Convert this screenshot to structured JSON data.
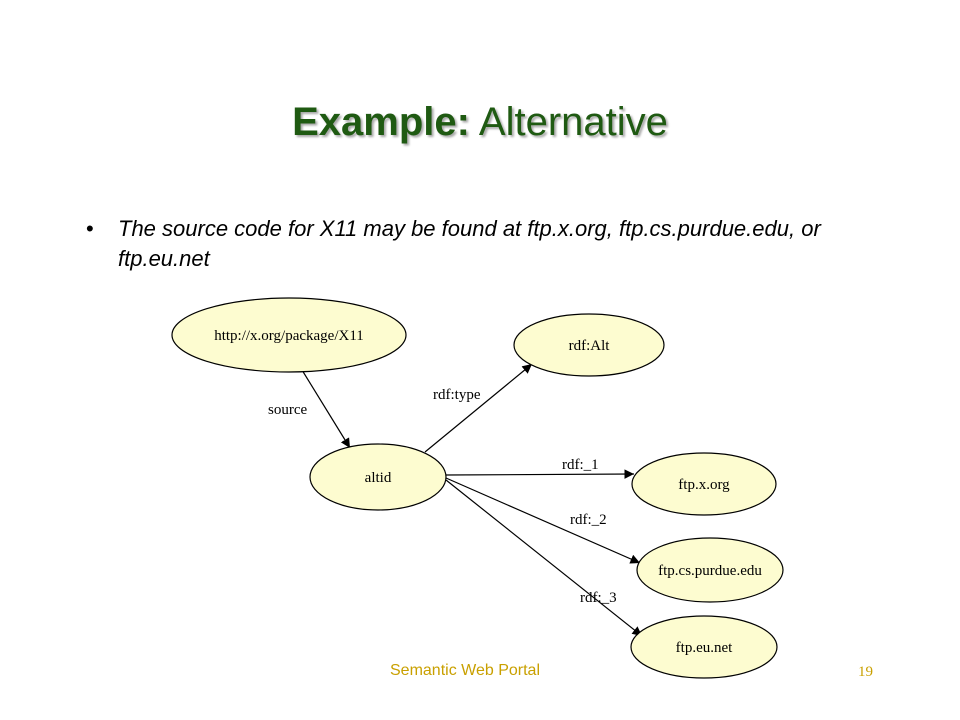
{
  "slide": {
    "title_bold": "Example:",
    "title_rest": "Alternative",
    "bullet_text": "The source code for X11 may be found at ftp.x.org, ftp.cs.purdue.edu, or ftp.eu.net",
    "footer": "Semantic Web Portal",
    "page_number": "19"
  },
  "diagram": {
    "colors": {
      "node_fill": "#fdfcd0",
      "stroke": "#000000"
    },
    "nodes": {
      "package": "http://x.org/package/X11",
      "altid": "altid",
      "rdfalt": "rdf:Alt",
      "ftpx": "ftp.x.org",
      "ftpcs": "ftp.cs.purdue.edu",
      "ftpeu": "ftp.eu.net"
    },
    "edges": {
      "source": "source",
      "rdftype": "rdf:type",
      "rdf1": "rdf:_1",
      "rdf2": "rdf:_2",
      "rdf3": "rdf:_3"
    }
  }
}
